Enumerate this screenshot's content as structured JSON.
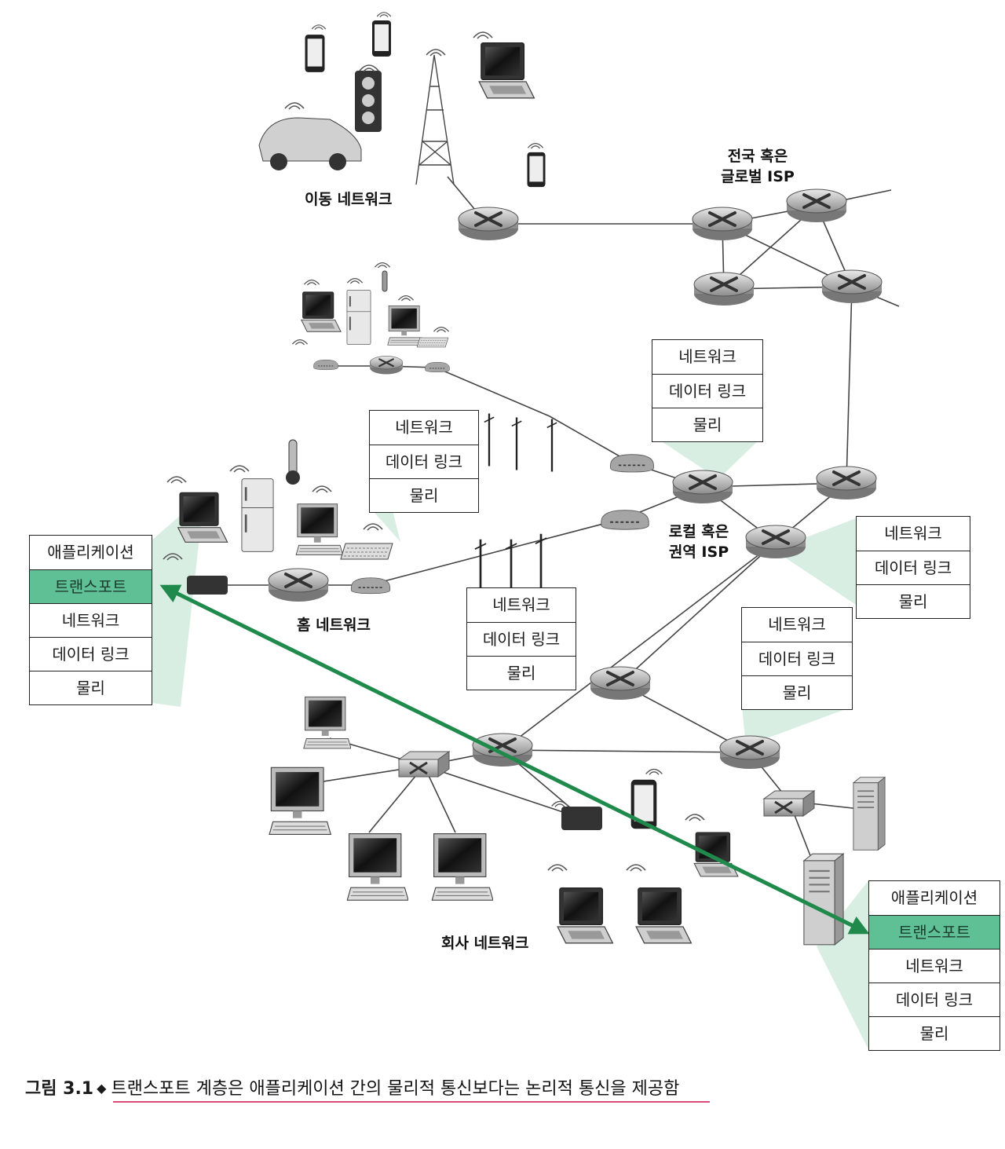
{
  "labels": {
    "mobile": "이동 네트워크",
    "global_isp": [
      "전국 혹은",
      "글로벌 ISP"
    ],
    "regional_isp": [
      "로컬 혹은",
      "권역 ISP"
    ],
    "home": "홈 네트워크",
    "enterprise": "회사 네트워크"
  },
  "stack_full": [
    "애플리케이션",
    "트랜스포트",
    "네트워크",
    "데이터 링크",
    "물리"
  ],
  "stack_router": [
    "네트워크",
    "데이터 링크",
    "물리"
  ],
  "caption": {
    "figure": "그림 3.1",
    "text": "트랜스포트 계층은 애플리케이션 간의 물리적 통신보다는 논리적 통신을 제공함"
  },
  "colors": {
    "highlight": "#5fbf95",
    "shade": "#cfeadc",
    "arrow": "#1f8a4c",
    "device": "#8a8a8a"
  }
}
